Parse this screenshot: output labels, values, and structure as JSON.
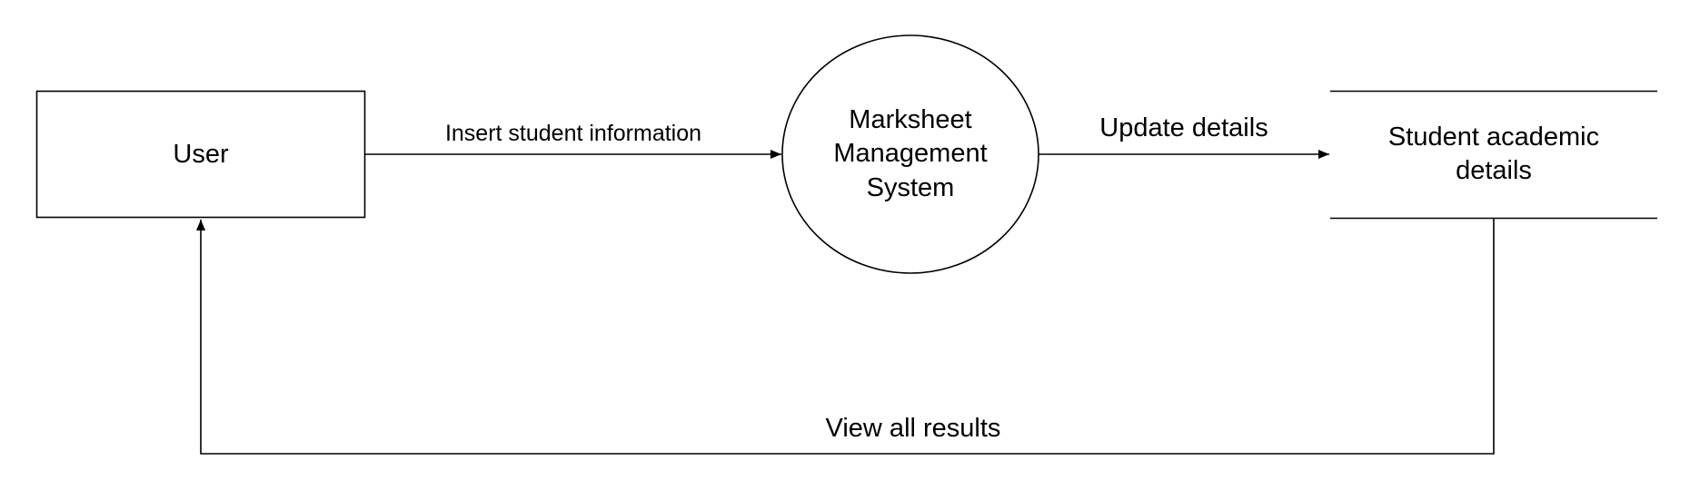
{
  "diagram": {
    "entity": {
      "label": "User"
    },
    "process": {
      "label": "Marksheet Management System"
    },
    "datastore": {
      "label": "Student academic details"
    },
    "flows": {
      "user_to_process": "Insert student information",
      "process_to_store": "Update details",
      "store_to_user": "View all results"
    }
  }
}
